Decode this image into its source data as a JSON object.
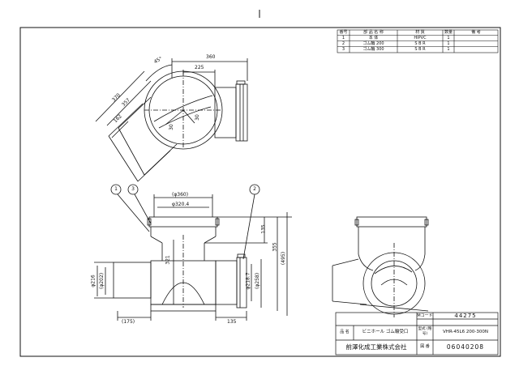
{
  "parts_table": {
    "headers": [
      "番号",
      "部 品 名 称",
      "材 質",
      "数量",
      "備 考"
    ],
    "rows": [
      [
        "1",
        "本 体",
        "HIPVC",
        "1",
        ""
      ],
      [
        "2",
        "ゴム輪 200",
        "S B R",
        "1",
        ""
      ],
      [
        "3",
        "ゴム輪 300",
        "S B R",
        "1",
        ""
      ]
    ]
  },
  "title_block": {
    "m_code_label": "Mコード",
    "m_code": "44275",
    "name_label": "品 名",
    "name": "ビニホール ゴム輪受口",
    "model_label": "型式 (略号)",
    "model": "VHR-45L6 200-300N",
    "company": "前澤化成工業株式会社",
    "drawing_no_label": "図 番",
    "drawing_no": "06040208"
  },
  "dims": {
    "top_view": {
      "d360": "360",
      "d225": "225",
      "d370": "370",
      "d357": "357",
      "d162": "162",
      "angle": "45°",
      "d30a": "30",
      "d30b": "30"
    },
    "front_view": {
      "od360": "(φ360)",
      "od3204": "φ320.4",
      "d135a": "135",
      "d355": "355",
      "d495": "(495)",
      "d321": "321",
      "od216": "φ216",
      "od202": "(φ202)",
      "od2187": "φ218.7",
      "od258": "(φ258)",
      "d175": "(175)",
      "d135b": "135"
    }
  },
  "callouts": [
    "1",
    "3",
    "2"
  ]
}
